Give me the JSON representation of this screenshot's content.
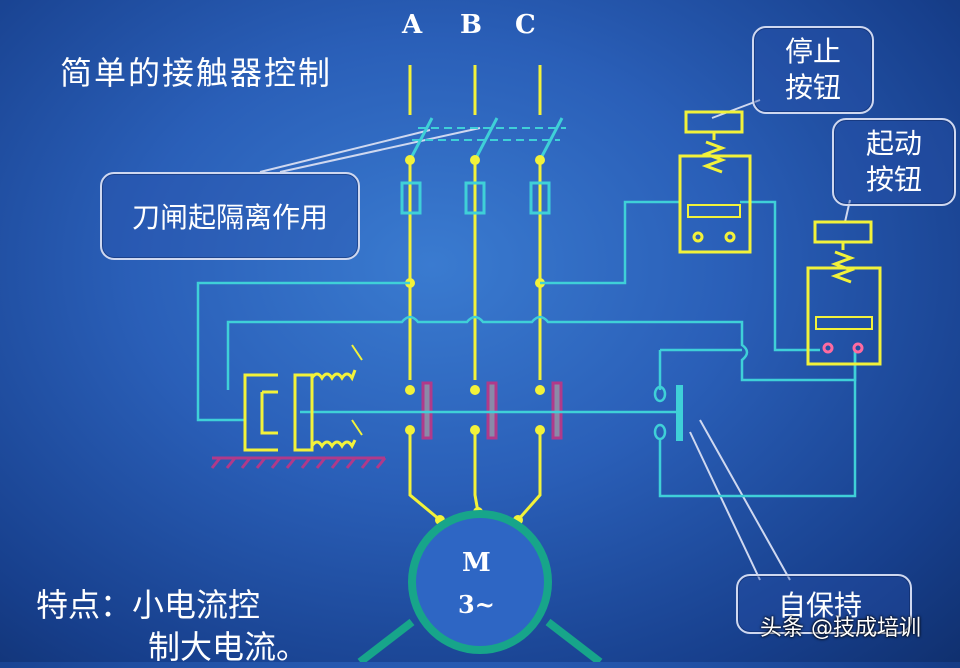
{
  "title": "简单的接触器控制",
  "phases": [
    "A",
    "B",
    "C"
  ],
  "callouts": {
    "knife_switch": "刀闸起隔离作用",
    "stop_button": [
      "停止",
      "按钮"
    ],
    "start_button": [
      "起动",
      "按钮"
    ],
    "self_hold": "自保持"
  },
  "features": {
    "line1": "特点：小电流控",
    "line2": "制大电流。"
  },
  "motor": {
    "symbol": "M",
    "phase": "3~"
  },
  "watermark": "头条 @技成培训",
  "colors": {
    "background": "#2a5fb8",
    "power_line": "#f2f23a",
    "control_line": "#3fd0d8",
    "fuse": "#3fd0d8",
    "contact": "#b03a8a",
    "motor": "#17a58a",
    "callout_border": "#cfd8f0"
  }
}
